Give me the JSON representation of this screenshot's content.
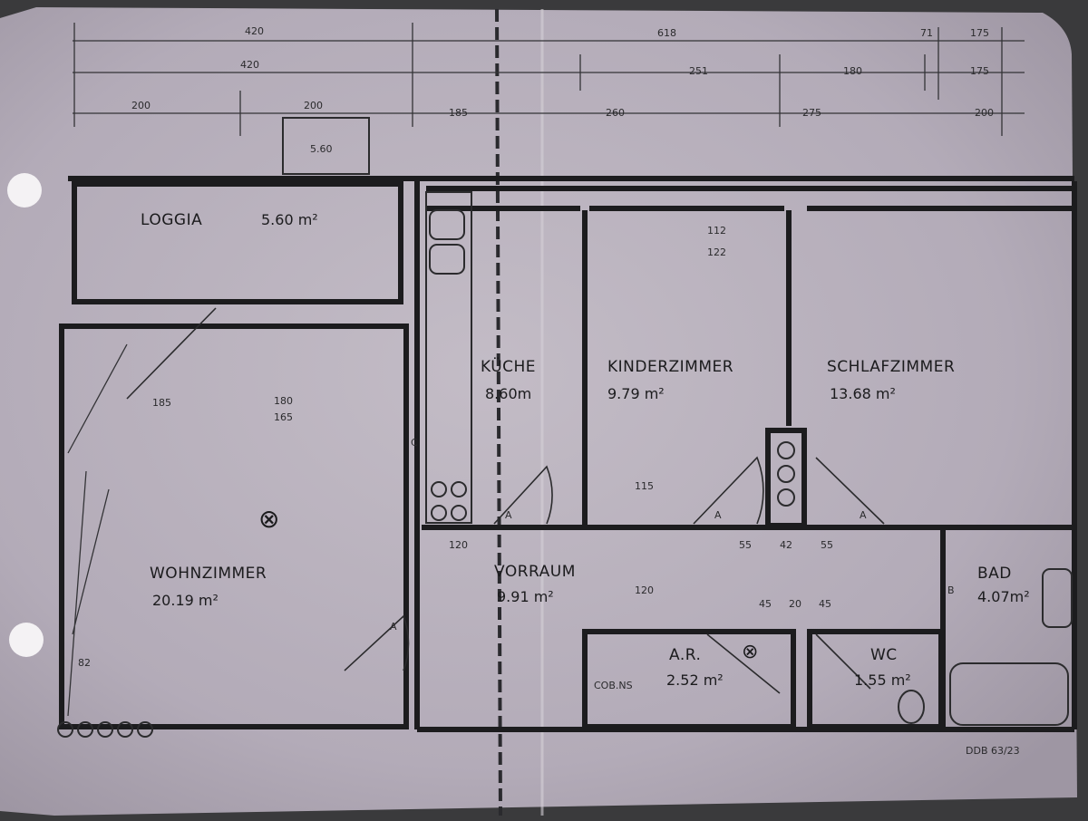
{
  "colors": {
    "paper": "#b9b1bd",
    "paper_dark": "#9f97a4",
    "ink": "#1c1c1e",
    "background": "#3a3a3c"
  },
  "rooms": [
    {
      "id": "loggia",
      "name": "LOGGIA",
      "area": "5.60 m²"
    },
    {
      "id": "kueche",
      "name": "KÜCHE",
      "area": "8.60m"
    },
    {
      "id": "kinderzimmer",
      "name": "KINDERZIMMER",
      "area": "9.79 m²"
    },
    {
      "id": "schlafzimmer",
      "name": "SCHLAFZIMMER",
      "area": "13.68 m²"
    },
    {
      "id": "wohnzimmer",
      "name": "WOHNZIMMER",
      "area": "20.19 m²"
    },
    {
      "id": "vorraum",
      "name": "VORRAUM",
      "area": "9.91 m²"
    },
    {
      "id": "bad",
      "name": "BAD",
      "area": "4.07m²"
    },
    {
      "id": "ar",
      "name": "A.R.",
      "area": "2.52 m²"
    },
    {
      "id": "wc",
      "name": "WC",
      "area": "1.55 m²"
    }
  ],
  "dimensions": {
    "top_row_1": [
      "420",
      "618",
      "71",
      "175"
    ],
    "top_row_2": [
      "420",
      "251",
      "180",
      "175"
    ],
    "top_row_3": [
      "200",
      "200",
      "185",
      "260",
      "275",
      "200"
    ],
    "kinder_inner": [
      "112",
      "122"
    ],
    "wohn_inner": [
      "185",
      "180",
      "165"
    ],
    "vorraum_dims": [
      "120",
      "55",
      "42",
      "55"
    ],
    "wc_dims": [
      "45",
      "20",
      "45"
    ],
    "vertical": [
      "115",
      "120",
      "82"
    ]
  },
  "marks": {
    "symbol_a": "A",
    "symbol_b": "B",
    "symbol_c": "C",
    "loggia_box": "5.60",
    "ar_note": "COB.NS",
    "drawing_ref": "DDB 63/23"
  }
}
